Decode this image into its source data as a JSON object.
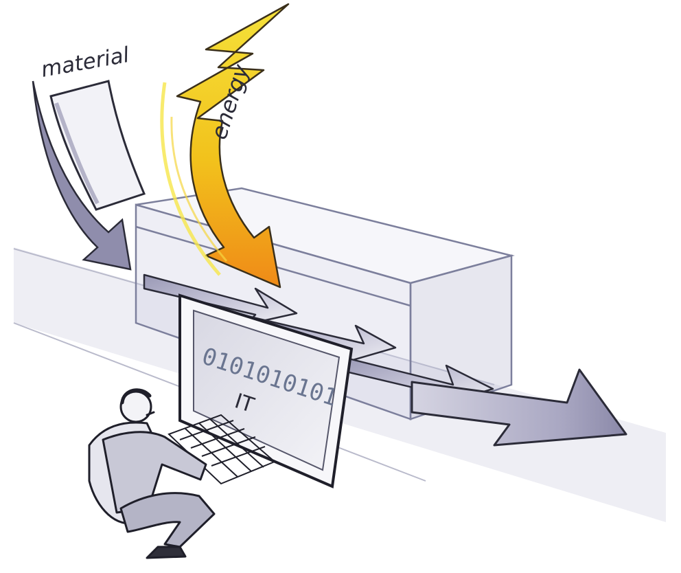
{
  "labels": {
    "material": "material",
    "energy": "energy",
    "it": "IT",
    "binary": "0101010101"
  },
  "colors": {
    "ink": "#2b2b38",
    "arrow_fill": "#8b89a8",
    "arrow_light": "#c9c8da",
    "energy_yellow": "#f4d21a",
    "energy_orange": "#f08a1a",
    "box_line": "#7c7f9c",
    "ground": "#e9e9f0"
  }
}
